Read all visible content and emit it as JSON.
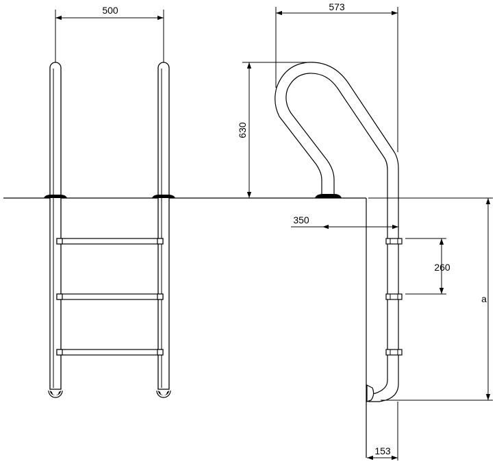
{
  "dimensions": {
    "width_front": "500",
    "width_side": "573",
    "height_handrail": "630",
    "reach": "350",
    "step_spacing": "260",
    "depth": "a",
    "wall_offset": "153"
  }
}
